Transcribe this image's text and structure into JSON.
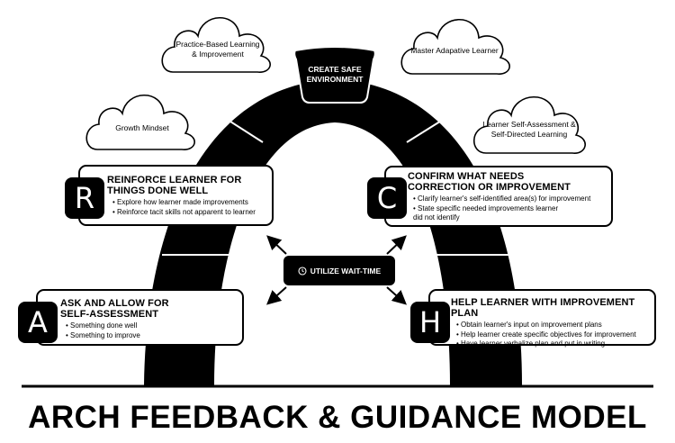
{
  "title": "ARCH FEEDBACK & GUIDANCE MODEL",
  "keystone": "CREATE SAFE ENVIRONMENT",
  "clouds": [
    {
      "label": "Growth Mindset"
    },
    {
      "label": "Practice-Based Learning & Improvement"
    },
    {
      "label": "Master Adapative Learner"
    },
    {
      "label": "Learner Self-Assessment & Self-Directed Learning"
    }
  ],
  "center": {
    "label": "UTILIZE WAIT-TIME",
    "icon": "clock-icon"
  },
  "steps": {
    "r": {
      "letter": "R",
      "heading": "REINFORCE LEARNER FOR THINGS DONE WELL",
      "bullets": [
        "Explore how learner made improvements",
        "Reinforce tacit skills not apparent to learner"
      ]
    },
    "c": {
      "letter": "C",
      "heading": "CONFIRM WHAT NEEDS CORRECTION OR IMPROVEMENT",
      "bullets": [
        "Clarify learner's self-identified area(s) for improvement",
        "State specific needed improvements learner did not identify"
      ]
    },
    "a": {
      "letter": "A",
      "heading": "ASK AND ALLOW FOR SELF-ASSESSMENT",
      "bullets": [
        "Something done well",
        "Something to improve"
      ]
    },
    "h": {
      "letter": "H",
      "heading": "HELP LEARNER WITH IMPROVEMENT PLAN",
      "bullets": [
        "Obtain learner's input on improvement plans",
        "Help learner create specific objectives for improvement",
        "Have learner verbalize plan and put in writing"
      ]
    }
  },
  "colors": {
    "ink": "#000000",
    "paper": "#ffffff"
  }
}
